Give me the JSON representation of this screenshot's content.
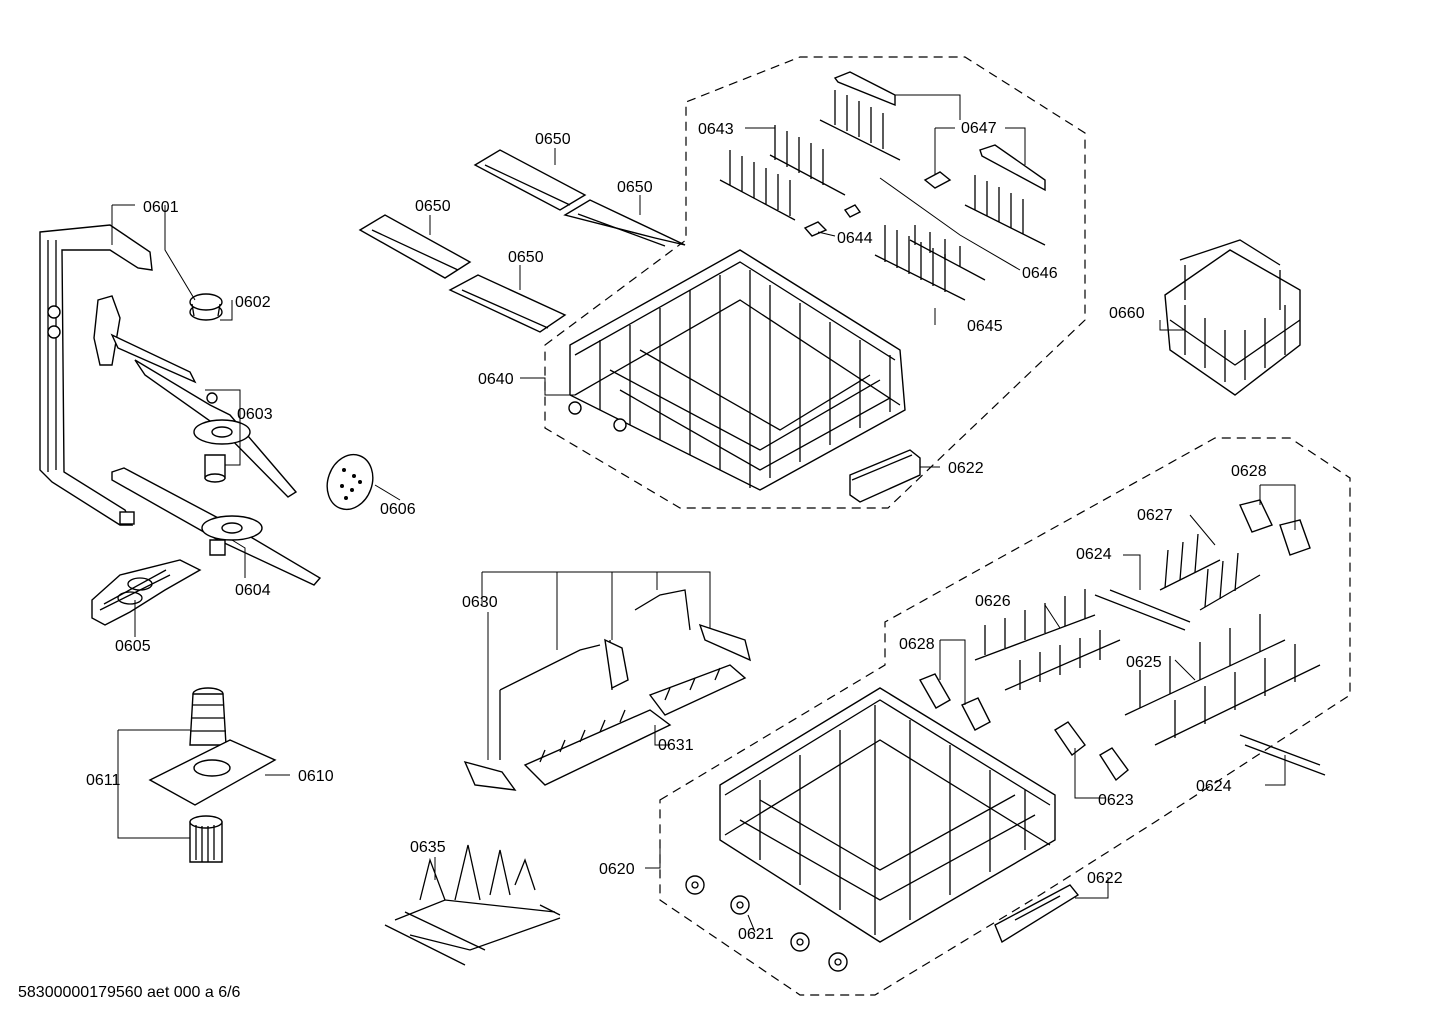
{
  "labels": {
    "l0601": "0601",
    "l0602": "0602",
    "l0603": "0603",
    "l0604": "0604",
    "l0605": "0605",
    "l0606": "0606",
    "l0610": "0610",
    "l0611": "0611",
    "l0620": "0620",
    "l0621": "0621",
    "l0622a": "0622",
    "l0622b": "0622",
    "l0623": "0623",
    "l0624a": "0624",
    "l0624b": "0624",
    "l0625": "0625",
    "l0626": "0626",
    "l0627": "0627",
    "l0628a": "0628",
    "l0628b": "0628",
    "l0630": "0630",
    "l0631": "0631",
    "l0635": "0635",
    "l0640": "0640",
    "l0643": "0643",
    "l0644": "0644",
    "l0645": "0645",
    "l0646": "0646",
    "l0647": "0647",
    "l0650a": "0650",
    "l0650b": "0650",
    "l0650c": "0650",
    "l0650d": "0650",
    "l0660": "0660"
  },
  "footer": "58300000179560 aet 000 a 6/6"
}
